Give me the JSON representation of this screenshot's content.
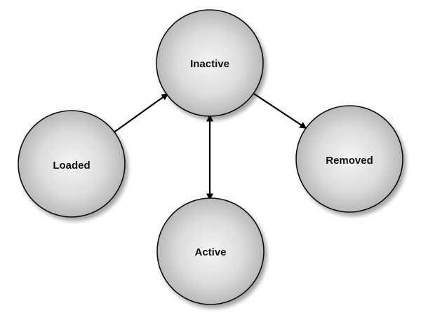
{
  "diagram": {
    "nodes": {
      "inactive": {
        "label": "Inactive"
      },
      "loaded": {
        "label": "Loaded"
      },
      "removed": {
        "label": "Removed"
      },
      "active": {
        "label": "Active"
      }
    },
    "edges": [
      {
        "from": "loaded",
        "to": "inactive",
        "direction": "forward"
      },
      {
        "from": "inactive",
        "to": "removed",
        "direction": "forward"
      },
      {
        "from": "inactive",
        "to": "active",
        "direction": "both"
      }
    ],
    "colors": {
      "node_fill_center": "#f2f2f2",
      "node_fill_edge": "#b5b5b5",
      "node_stroke": "#111111",
      "edge": "#000000",
      "shadow": "#9a9a9a"
    }
  }
}
